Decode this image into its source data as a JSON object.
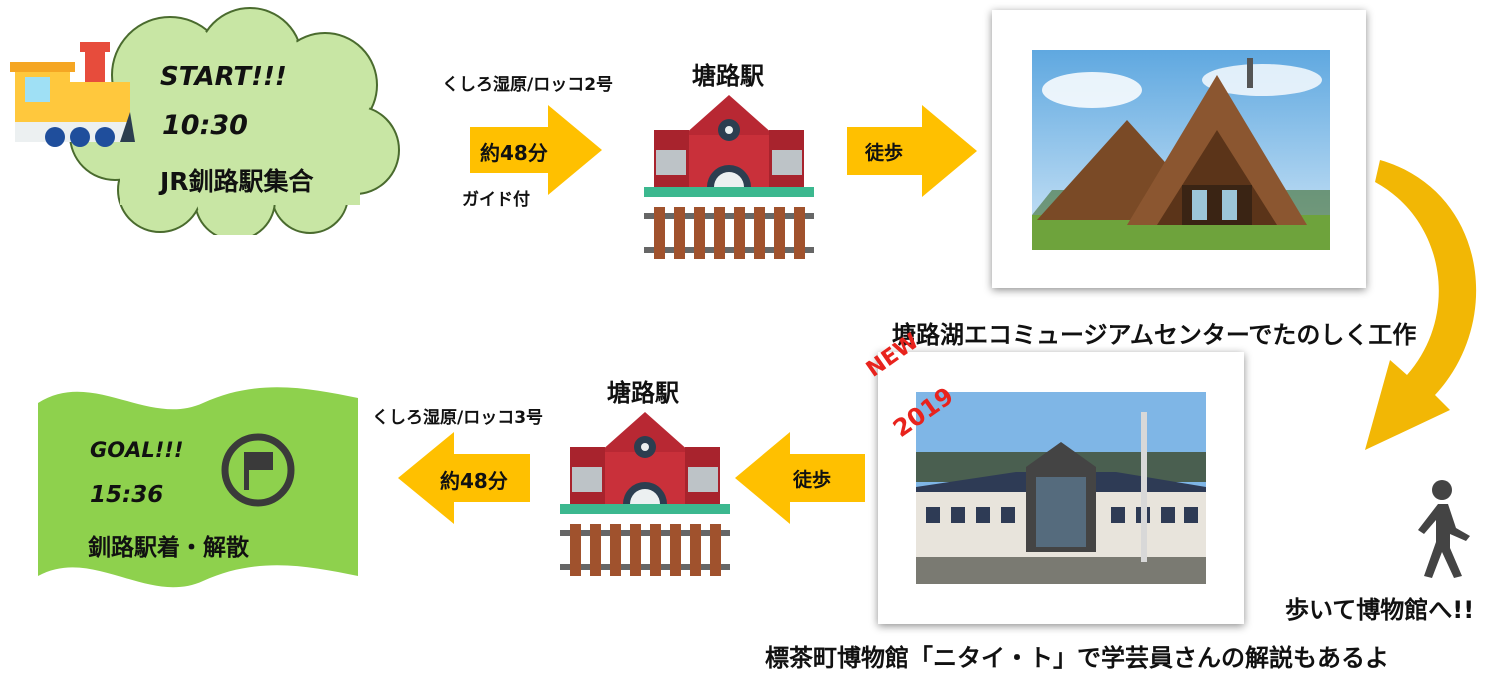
{
  "start": {
    "line1": "START!!!",
    "line2": "10:30",
    "line3": "JR釧路駅集合"
  },
  "arrow1": {
    "top_label": "くしろ湿原/ロッコ2号",
    "mid_label": "約48分",
    "bottom_label": "ガイド付"
  },
  "station1": {
    "label": "塘路駅"
  },
  "arrow2": {
    "label": "徒歩"
  },
  "photo1": {
    "caption": "塘路湖エコミュージアムセンターでたのしく工作"
  },
  "walk": {
    "label": "歩いて博物館へ!!"
  },
  "photo2": {
    "caption": "標茶町博物館「ニタイ・ト」で学芸員さんの解説もあるよ",
    "badge_new": "NEW",
    "badge_year": "2019"
  },
  "arrow3": {
    "label": "徒歩"
  },
  "station2": {
    "label": "塘路駅"
  },
  "arrow4": {
    "top_label": "くしろ湿原/ロッコ3号",
    "mid_label": "約48分"
  },
  "goal": {
    "line1": "GOAL!!!",
    "line2": "15:36",
    "line3": "釧路駅着・解散"
  },
  "colors": {
    "cloud_green": "#c8e6a4",
    "goal_green": "#8ed14d",
    "arrow_yellow": "#ffc000",
    "curve_yellow": "#f2b705",
    "station_red": "#c9303a",
    "new_red": "#e8231d"
  }
}
